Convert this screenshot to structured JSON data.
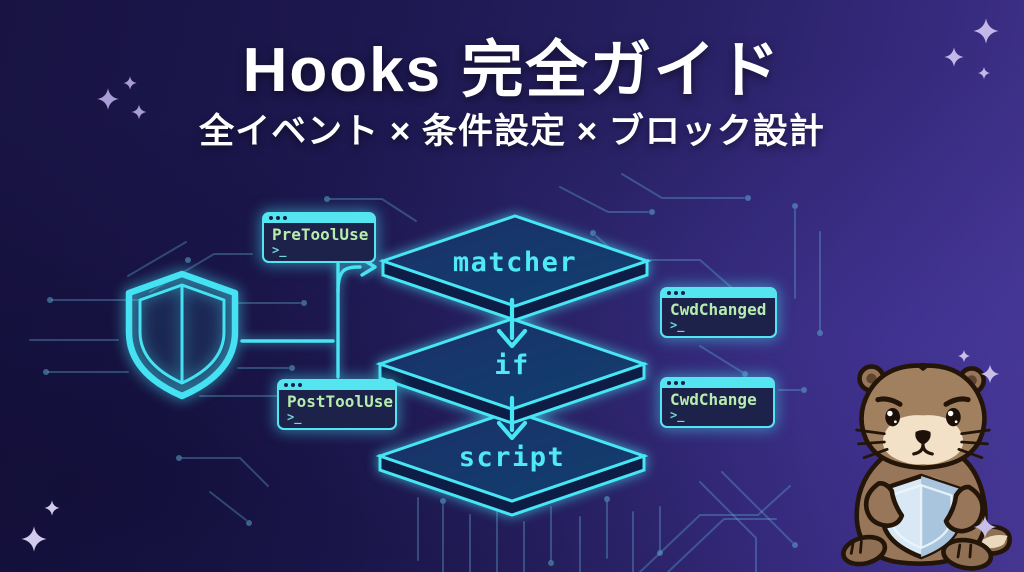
{
  "title": {
    "main": "Hooks 完全ガイド",
    "subtitle": "全イベント × 条件設定 × ブロック設計"
  },
  "pipeline": {
    "layers": [
      {
        "label": "matcher"
      },
      {
        "label": "if"
      },
      {
        "label": "script"
      }
    ]
  },
  "terminals": [
    {
      "label": "PreToolUse",
      "prompt": ">_"
    },
    {
      "label": "PostToolUse",
      "prompt": ">_"
    },
    {
      "label": "CwdChanged",
      "prompt": ">_"
    },
    {
      "label": "CwdChange",
      "prompt": ">_"
    }
  ],
  "icons": {
    "shield": "neon-shield-icon",
    "mascot": "otter-mascot-holding-shield",
    "sparkle": "sparkle-icon"
  },
  "colors": {
    "neon_cyan": "#4AE4F2",
    "terminal_green": "#B6ECAE",
    "prompt_cyan": "#6FD9D8",
    "background_dark": "#191443",
    "background_purple": "#43338F",
    "sparkle_lavender": "#C6BCE9"
  }
}
